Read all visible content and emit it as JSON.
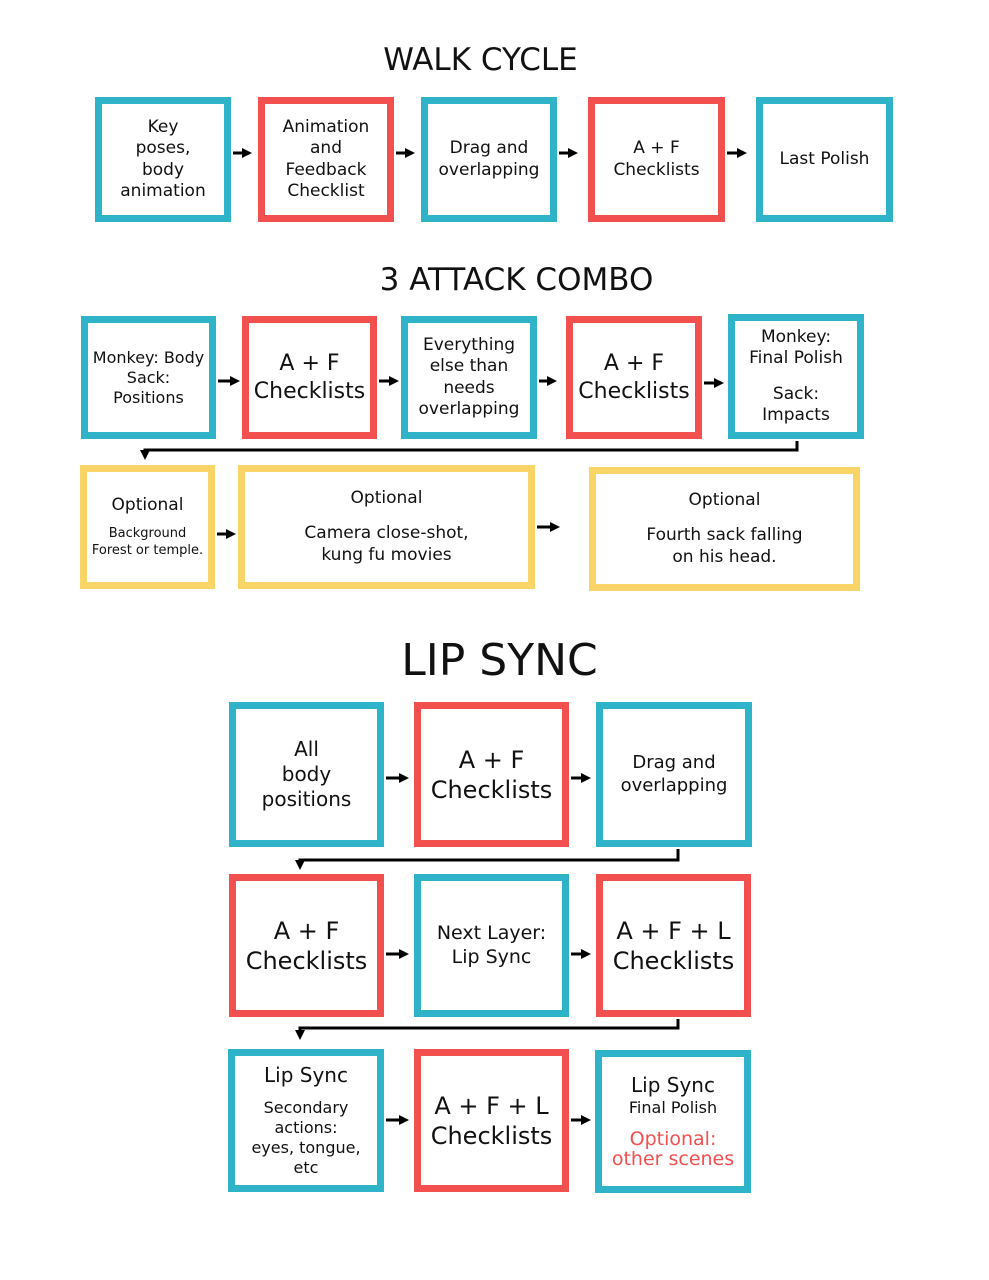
{
  "colors": {
    "blue": "#2fb3c8",
    "red": "#f24f4f",
    "yellow": "#f9d466",
    "arrow": "#000000"
  },
  "walk_cycle": {
    "title": "WALK CYCLE",
    "boxes": [
      {
        "text": "Key\nposes,\nbody\nanimation"
      },
      {
        "text": "Animation\nand\nFeedback\nChecklist"
      },
      {
        "text": "Drag and\noverlapping"
      },
      {
        "text": "A + F\nChecklists"
      },
      {
        "text": "Last Polish"
      }
    ]
  },
  "attack_combo": {
    "title": "3 ATTACK COMBO",
    "boxes": [
      {
        "text": "Monkey: Body\nSack: Positions"
      },
      {
        "text": "A + F\nChecklists"
      },
      {
        "text": "Everything\nelse than\nneeds\noverlapping"
      },
      {
        "text": "A + F\nChecklists"
      },
      {
        "line1": "Monkey:\nFinal Polish",
        "line2": "Sack: Impacts"
      }
    ],
    "optional": [
      {
        "head": "Optional",
        "body": "Background\nForest or temple."
      },
      {
        "head": "Optional",
        "body": "Camera close-shot,\nkung fu movies"
      },
      {
        "head": "Optional",
        "body": "Fourth sack falling\non his head."
      }
    ]
  },
  "lip_sync": {
    "title": "LIP SYNC",
    "row1": [
      {
        "text": "All\nbody\npositions"
      },
      {
        "text": "A + F\nChecklists"
      },
      {
        "text": "Drag and\noverlapping"
      }
    ],
    "row2": [
      {
        "text": "A + F\nChecklists"
      },
      {
        "text": "Next Layer:\nLip Sync"
      },
      {
        "text": "A + F + L\nChecklists"
      }
    ],
    "row3": [
      {
        "head": "Lip Sync",
        "body": "Secondary\nactions:\neyes, tongue, etc"
      },
      {
        "text": "A + F + L\nChecklists"
      },
      {
        "head": "Lip Sync",
        "sub": "Final Polish",
        "optional": "Optional:\nother scenes"
      }
    ]
  }
}
